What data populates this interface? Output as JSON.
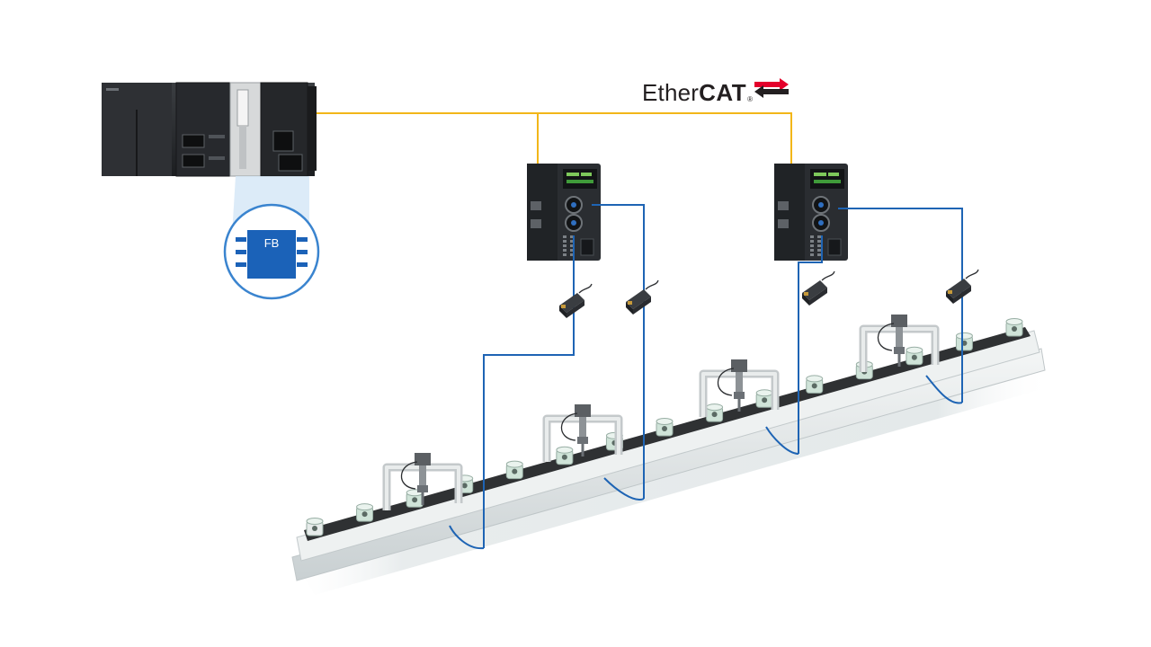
{
  "network": {
    "logo_prefix": "Ether",
    "logo_bold": "CAT",
    "logo_mark": "®",
    "icon": "ethercat-arrows-icon"
  },
  "function_block": {
    "label": "FB",
    "icon": "chip-icon"
  },
  "colors": {
    "ethercat_cable": "#f2b619",
    "sensor_cable": "#1e64b4",
    "fb_chip": "#1b62b8",
    "callout_ring": "#3a84cf",
    "logo_text": "#231f20",
    "logo_arrow_red": "#e4002b",
    "device_body": "#2a2d31",
    "conveyor_chain": "#2f3133",
    "fixture_green": "#cfe3d8"
  },
  "devices": {
    "controller": "plc-controller-icon",
    "amplifiers": [
      "sensor-amplifier-icon",
      "sensor-amplifier-icon"
    ],
    "sensor_heads": [
      "sensor-head-icon",
      "sensor-head-icon",
      "sensor-head-icon",
      "sensor-head-icon"
    ],
    "probes": [
      "displacement-probe-icon",
      "displacement-probe-icon",
      "displacement-probe-icon",
      "displacement-probe-icon"
    ],
    "conveyor": "conveyor-line-icon"
  }
}
